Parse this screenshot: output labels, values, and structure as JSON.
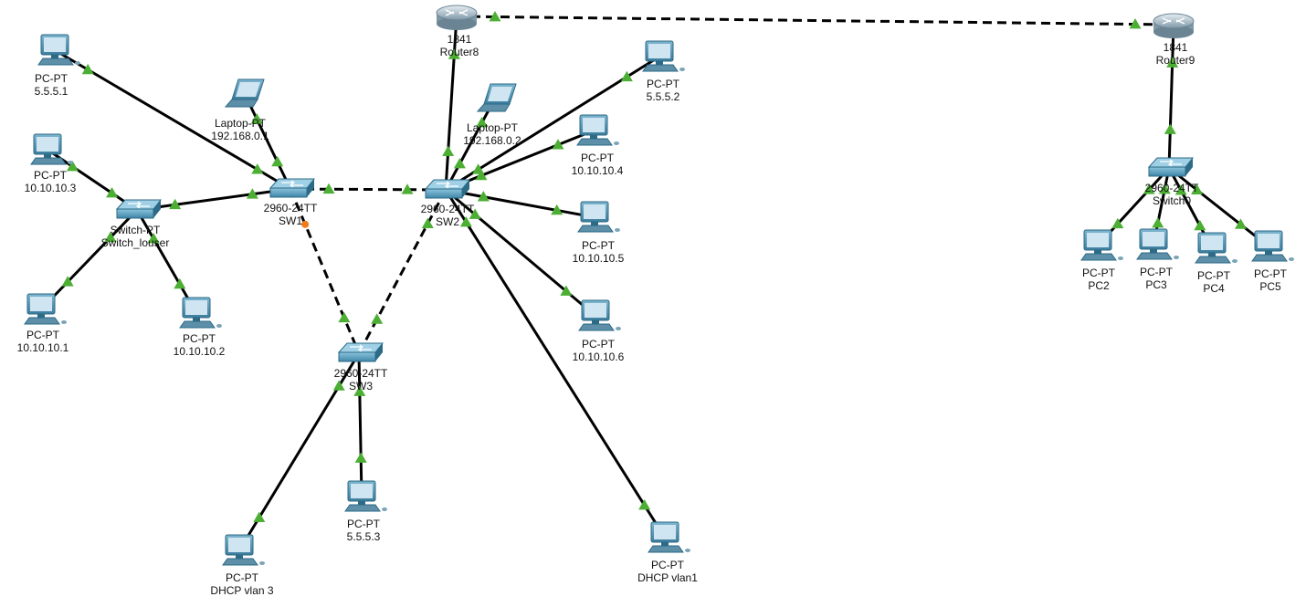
{
  "colors": {
    "link": "#000000",
    "port_up": "#4caf34",
    "port_down": "#f07d1a",
    "device_body": "#5a9fbd",
    "device_dark": "#2c6a86",
    "screen": "#cfe6f2"
  },
  "devices": [
    {
      "id": "router8",
      "type": "router",
      "labels": [
        "1841",
        "Router8"
      ]
    },
    {
      "id": "router9",
      "type": "router",
      "labels": [
        "1841",
        "Router9"
      ]
    },
    {
      "id": "sw1",
      "type": "switch",
      "labels": [
        "2960-24TT",
        "SW1"
      ]
    },
    {
      "id": "sw2",
      "type": "switch",
      "labels": [
        "2960-24TT",
        "SW2"
      ]
    },
    {
      "id": "sw3",
      "type": "switch",
      "labels": [
        "2960-24TT",
        "SW3"
      ]
    },
    {
      "id": "switch_louser",
      "type": "switch",
      "labels": [
        "Switch-PT",
        "Switch_louser"
      ]
    },
    {
      "id": "switch0",
      "type": "switch",
      "labels": [
        "2960-24TT",
        "Switch0"
      ]
    },
    {
      "id": "laptop1",
      "type": "laptop",
      "labels": [
        "Laptop-PT",
        "192.168.0.1"
      ]
    },
    {
      "id": "laptop2",
      "type": "laptop",
      "labels": [
        "Laptop-PT",
        "192.168.0.2"
      ]
    },
    {
      "id": "pc_5551",
      "type": "pc",
      "labels": [
        "PC-PT",
        "5.5.5.1"
      ]
    },
    {
      "id": "pc_101010_3",
      "type": "pc",
      "labels": [
        "PC-PT",
        "10.10.10.3"
      ]
    },
    {
      "id": "pc_101010_1",
      "type": "pc",
      "labels": [
        "PC-PT",
        "10.10.10.1"
      ]
    },
    {
      "id": "pc_101010_2",
      "type": "pc",
      "labels": [
        "PC-PT",
        "10.10.10.2"
      ]
    },
    {
      "id": "pc_5552",
      "type": "pc",
      "labels": [
        "PC-PT",
        "5.5.5.2"
      ]
    },
    {
      "id": "pc_101010_4",
      "type": "pc",
      "labels": [
        "PC-PT",
        "10.10.10.4"
      ]
    },
    {
      "id": "pc_101010_5",
      "type": "pc",
      "labels": [
        "PC-PT",
        "10.10.10.5"
      ]
    },
    {
      "id": "pc_101010_6",
      "type": "pc",
      "labels": [
        "PC-PT",
        "10.10.10.6"
      ]
    },
    {
      "id": "pc_5553",
      "type": "pc",
      "labels": [
        "PC-PT",
        "5.5.5.3"
      ]
    },
    {
      "id": "pc_dhcp_vlan3",
      "type": "pc",
      "labels": [
        "PC-PT",
        "DHCP vlan 3"
      ]
    },
    {
      "id": "pc_dhcp_vlan1",
      "type": "pc",
      "labels": [
        "PC-PT",
        "DHCP vlan1"
      ]
    },
    {
      "id": "pc2",
      "type": "pc",
      "labels": [
        "PC-PT",
        "PC2"
      ]
    },
    {
      "id": "pc3",
      "type": "pc",
      "labels": [
        "PC-PT",
        "PC3"
      ]
    },
    {
      "id": "pc4",
      "type": "pc",
      "labels": [
        "PC-PT",
        "PC4"
      ]
    },
    {
      "id": "pc5",
      "type": "pc",
      "labels": [
        "PC-PT",
        "PC5"
      ]
    }
  ],
  "links": [
    {
      "from": "pc_5551",
      "to": "sw1",
      "style": "solid",
      "status": [
        "up",
        "up"
      ]
    },
    {
      "from": "laptop1",
      "to": "sw1",
      "style": "solid",
      "status": [
        "up",
        "up"
      ]
    },
    {
      "from": "switch_louser",
      "to": "sw1",
      "style": "solid",
      "status": [
        "up",
        "up"
      ]
    },
    {
      "from": "pc_101010_3",
      "to": "switch_louser",
      "style": "solid",
      "status": [
        "up",
        "up"
      ]
    },
    {
      "from": "pc_101010_1",
      "to": "switch_louser",
      "style": "solid",
      "status": [
        "up",
        "up"
      ]
    },
    {
      "from": "pc_101010_2",
      "to": "switch_louser",
      "style": "solid",
      "status": [
        "up",
        "up"
      ]
    },
    {
      "from": "sw1",
      "to": "sw2",
      "style": "dashed",
      "status": [
        "up",
        "up"
      ]
    },
    {
      "from": "sw1",
      "to": "sw3",
      "style": "dashed",
      "status": [
        "down",
        "up"
      ]
    },
    {
      "from": "sw2",
      "to": "sw3",
      "style": "dashed",
      "status": [
        "up",
        "up"
      ]
    },
    {
      "from": "router8",
      "to": "sw2",
      "style": "solid",
      "status": [
        "up",
        "up"
      ]
    },
    {
      "from": "laptop2",
      "to": "sw2",
      "style": "solid",
      "status": [
        "up",
        "up"
      ]
    },
    {
      "from": "pc_5552",
      "to": "sw2",
      "style": "solid",
      "status": [
        "up",
        "up"
      ]
    },
    {
      "from": "pc_101010_4",
      "to": "sw2",
      "style": "solid",
      "status": [
        "up",
        "up"
      ]
    },
    {
      "from": "pc_101010_5",
      "to": "sw2",
      "style": "solid",
      "status": [
        "up",
        "up"
      ]
    },
    {
      "from": "pc_101010_6",
      "to": "sw2",
      "style": "solid",
      "status": [
        "up",
        "up"
      ]
    },
    {
      "from": "pc_dhcp_vlan1",
      "to": "sw2",
      "style": "solid",
      "status": [
        "up",
        "up"
      ]
    },
    {
      "from": "pc_dhcp_vlan3",
      "to": "sw3",
      "style": "solid",
      "status": [
        "up",
        "up"
      ]
    },
    {
      "from": "pc_5553",
      "to": "sw3",
      "style": "solid",
      "status": [
        "up",
        "up"
      ]
    },
    {
      "from": "router8",
      "to": "router9",
      "style": "dashed",
      "status": [
        "up",
        "up"
      ]
    },
    {
      "from": "router9",
      "to": "switch0",
      "style": "solid",
      "status": [
        "up",
        "up"
      ]
    },
    {
      "from": "switch0",
      "to": "pc2",
      "style": "solid",
      "status": [
        "up",
        "up"
      ]
    },
    {
      "from": "switch0",
      "to": "pc3",
      "style": "solid",
      "status": [
        "up",
        "up"
      ]
    },
    {
      "from": "switch0",
      "to": "pc4",
      "style": "solid",
      "status": [
        "up",
        "up"
      ]
    },
    {
      "from": "switch0",
      "to": "pc5",
      "style": "solid",
      "status": [
        "up",
        "up"
      ]
    }
  ]
}
